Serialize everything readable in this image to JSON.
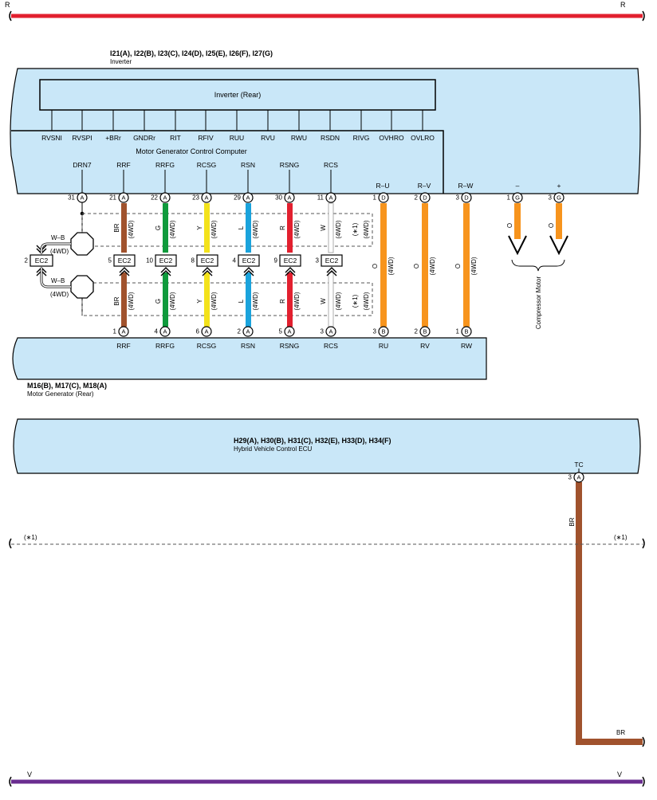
{
  "buses": {
    "top": {
      "left": "R",
      "right": "R",
      "color": "#e2202f"
    },
    "bottom": {
      "left": "V",
      "right": "V",
      "color": "#6a2d90"
    },
    "dashed": {
      "left": "(∗1)",
      "right": "(∗1)"
    }
  },
  "inverter": {
    "connectors": "I21(A), I22(B), I23(C), I24(D), I25(E), I26(F), I27(G)",
    "name": "Inverter",
    "sub_box": "Inverter (Rear)",
    "computer": "Motor Generator Control Computer",
    "inner_signals": [
      "RVSNI",
      "RVSPI",
      "+BRr",
      "GNDRr",
      "RIT",
      "RFIV",
      "RUU",
      "RVU",
      "RWU",
      "RSDN",
      "RIVG",
      "OVHRO",
      "OVLRO"
    ],
    "drn": {
      "signal": "DRN7",
      "pin": "31",
      "conn": "A"
    },
    "signals": [
      {
        "name": "RRF",
        "pin": "21",
        "conn": "A"
      },
      {
        "name": "RRFG",
        "pin": "22",
        "conn": "A"
      },
      {
        "name": "RCSG",
        "pin": "23",
        "conn": "A"
      },
      {
        "name": "RSN",
        "pin": "29",
        "conn": "A"
      },
      {
        "name": "RSNG",
        "pin": "30",
        "conn": "A"
      },
      {
        "name": "RCS",
        "pin": "11",
        "conn": "A"
      }
    ],
    "power": [
      {
        "name": "R–U",
        "pin": "1",
        "conn": "D"
      },
      {
        "name": "R–V",
        "pin": "2",
        "conn": "D"
      },
      {
        "name": "R–W",
        "pin": "3",
        "conn": "D"
      }
    ],
    "compressor": [
      {
        "name": "–",
        "pin": "1",
        "conn": "G"
      },
      {
        "name": "+",
        "pin": "3",
        "conn": "G"
      }
    ]
  },
  "shield": {
    "ground_pin": "2",
    "ground_conn": "EC2",
    "top_wire": "W–B",
    "top_note": "(4WD)",
    "bottom_wire": "W–B",
    "bottom_note": "(4WD)"
  },
  "wires": [
    {
      "color_code": "BR",
      "color": "#a0522d",
      "note": "(4WD)",
      "ec_pin": "5",
      "ec": "EC2"
    },
    {
      "color_code": "G",
      "color": "#0f9a3c",
      "note": "(4WD)",
      "ec_pin": "10",
      "ec": "EC2"
    },
    {
      "color_code": "Y",
      "color": "#f3e21b",
      "note": "(4WD)",
      "ec_pin": "8",
      "ec": "EC2"
    },
    {
      "color_code": "L",
      "color": "#1aa3dc",
      "note": "(4WD)",
      "ec_pin": "4",
      "ec": "EC2"
    },
    {
      "color_code": "R",
      "color": "#e2202f",
      "note": "(4WD)",
      "ec_pin": "9",
      "ec": "EC2"
    },
    {
      "color_code": "W",
      "color": "#ffffff",
      "note": "(4WD)",
      "ec_pin": "3",
      "ec": "EC2"
    }
  ],
  "dashed_box_notes": {
    "top": [
      "(∗1)",
      "(4WD)"
    ],
    "bottom": [
      "(∗1)",
      "(4WD)"
    ]
  },
  "power_wires": [
    {
      "color_code": "O",
      "note": "(4WD)",
      "color": "#f7941d"
    },
    {
      "color_code": "O",
      "note": "(4WD)",
      "color": "#f7941d"
    },
    {
      "color_code": "O",
      "note": "(4WD)",
      "color": "#f7941d"
    }
  ],
  "compressor_wires": [
    {
      "color_code": "O"
    },
    {
      "color_code": "O"
    }
  ],
  "compressor_label": "Compressor Motor",
  "motor_gen": {
    "connectors": "M16(B), M17(C), M18(A)",
    "name": "Motor Generator (Rear)",
    "pins": [
      {
        "name": "RRF",
        "pin": "1",
        "conn": "A"
      },
      {
        "name": "RRFG",
        "pin": "4",
        "conn": "A"
      },
      {
        "name": "RCSG",
        "pin": "6",
        "conn": "A"
      },
      {
        "name": "RSN",
        "pin": "2",
        "conn": "A"
      },
      {
        "name": "RSNG",
        "pin": "5",
        "conn": "A"
      },
      {
        "name": "RCS",
        "pin": "3",
        "conn": "A"
      },
      {
        "name": "RU",
        "pin": "3",
        "conn": "B"
      },
      {
        "name": "RV",
        "pin": "2",
        "conn": "B"
      },
      {
        "name": "RW",
        "pin": "1",
        "conn": "B"
      }
    ]
  },
  "hv_ecu": {
    "connectors": "H29(A), H30(B), H31(C), H32(E), H33(D), H34(F)",
    "name": "Hybrid Vehicle Control ECU",
    "tc": {
      "signal": "TC",
      "pin": "3",
      "conn": "A",
      "wire": "BR",
      "wire_end": "BR",
      "color": "#a0522d"
    }
  },
  "colors": {
    "box_fill": "#c9e7f8",
    "orange": "#f7941d"
  }
}
